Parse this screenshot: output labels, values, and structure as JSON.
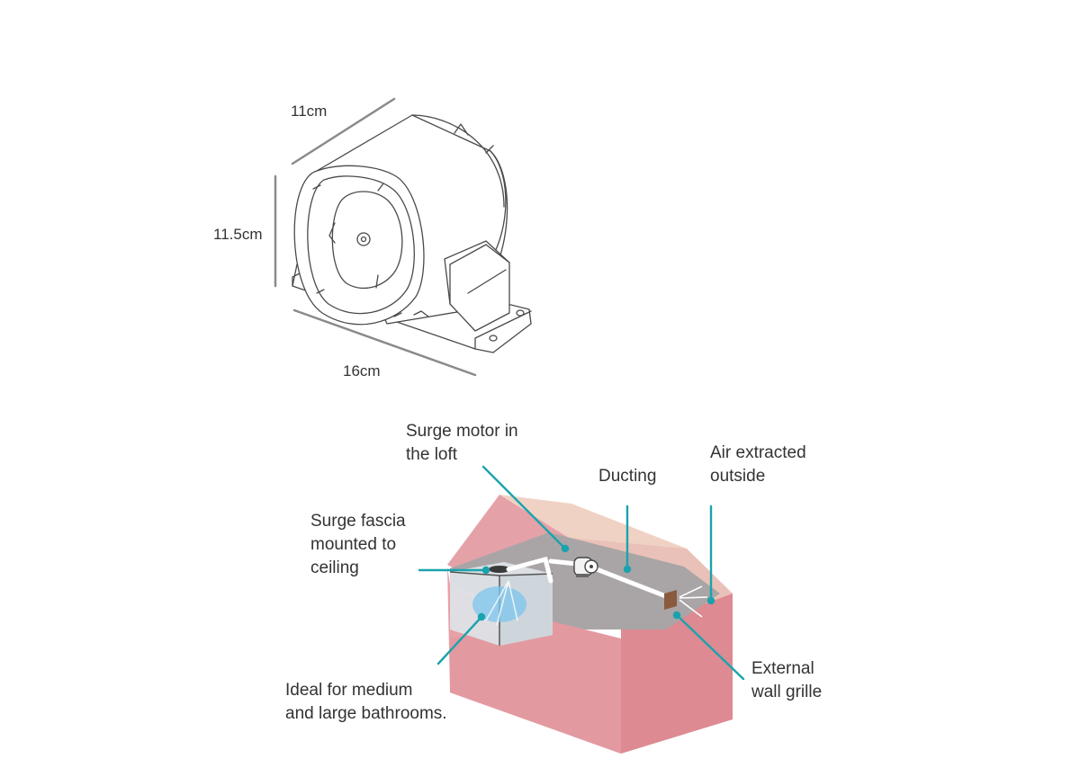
{
  "dimensions": {
    "length": "11cm",
    "height": "11.5cm",
    "width": "16cm"
  },
  "labels": {
    "motor": "Surge motor in\nthe loft",
    "ducting": "Ducting",
    "air": "Air extracted\noutside",
    "fascia": "Surge fascia\nmounted to\nceiling",
    "grille": "External\nwall grille",
    "ideal": "Ideal for medium\nand large bathrooms."
  },
  "colors": {
    "leader": "#1aa3ad",
    "house_wall_front": "#e7a0a6",
    "house_wall_side": "#dd8a92",
    "roof_back": "#f0d2c4",
    "roof_side": "#e7b7ad",
    "loft_floor": "#a9a5a6",
    "grille": "#8b5a3c",
    "airflow": "#7cc6ee"
  },
  "icons": {
    "fan": "inline-duct-fan-icon",
    "house": "house-cutaway-icon"
  }
}
